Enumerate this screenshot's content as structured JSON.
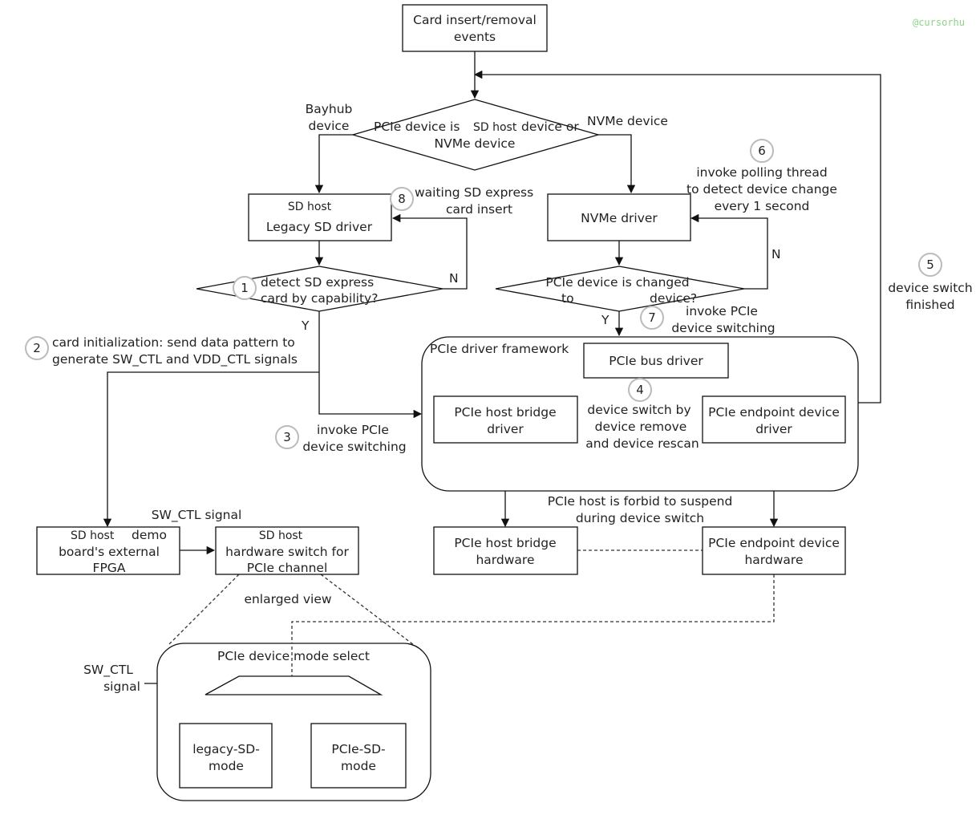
{
  "diagram": {
    "watermark": "@cursorhu",
    "nodes": {
      "card_events": [
        "Card insert/removal",
        "events"
      ],
      "decision_top": [
        "PCIe device is",
        "device or",
        "NVMe device"
      ],
      "decision_top_overlay": "SD host",
      "bayhub": [
        "Bayhub",
        "device"
      ],
      "nvme_device_label": "NVMe device",
      "legacy_driver": {
        "overlay": "SD host",
        "label": "Legacy SD driver"
      },
      "waiting_note": [
        "waiting SD express",
        "card insert"
      ],
      "nvme_driver": "NVMe driver",
      "polling_note": [
        "invoke polling thread",
        "to detect device change",
        "every 1 second"
      ],
      "device_switch_finished": [
        "device switch",
        "finished"
      ],
      "detect_decision": [
        "detect SD express",
        "card by capability?"
      ],
      "changed_decision": [
        "PCIe device is changed",
        "to",
        "device?"
      ],
      "invoke_switch_7": [
        "invoke PCIe",
        "device switching"
      ],
      "card_init": [
        "card initialization: send data pattern to",
        "generate SW_CTL and VDD_CTL signals"
      ],
      "framework": "PCIe driver framework",
      "bus_driver": "PCIe bus driver",
      "host_bridge_driver": [
        "PCIe host bridge",
        "driver"
      ],
      "endpoint_driver": [
        "PCIe endpoint device",
        "driver"
      ],
      "switch_note": [
        "device switch by",
        "device remove",
        "and device rescan"
      ],
      "invoke_switch_3": [
        "invoke PCIe",
        "device switching"
      ],
      "suspend_note": [
        "PCIe host is forbid to suspend",
        "during device switch"
      ],
      "fpga": {
        "overlay": "SD host",
        "label": [
          "demo",
          "board's external",
          "FPGA"
        ]
      },
      "hw_switch": {
        "overlay": "SD host",
        "label": [
          "hardware switch for",
          "PCIe channel"
        ]
      },
      "sw_ctl_signal": "SW_CTL signal",
      "host_bridge_hw": [
        "PCIe host bridge",
        "hardware"
      ],
      "endpoint_hw": [
        "PCIe endpoint device",
        "hardware"
      ],
      "enlarged": "enlarged view",
      "mode_select": "PCIe device mode select",
      "sw_ctl": [
        "SW_CTL",
        "signal"
      ],
      "legacy_mode": [
        "legacy-SD-",
        "mode"
      ],
      "pcie_mode": [
        "PCIe-SD-",
        "mode"
      ]
    },
    "edge_labels": {
      "yes": "Y",
      "no": "N"
    },
    "step_numbers": [
      "1",
      "2",
      "3",
      "4",
      "5",
      "6",
      "7",
      "8"
    ]
  }
}
